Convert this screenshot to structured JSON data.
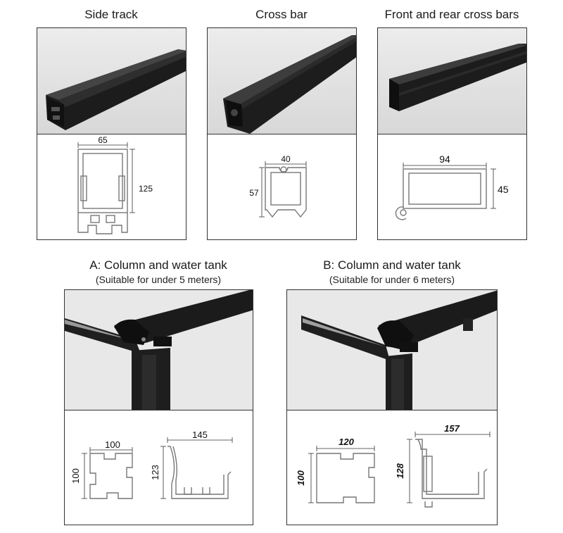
{
  "top": {
    "side_track": {
      "title": "Side track",
      "width": "65",
      "height": "125"
    },
    "cross_bar": {
      "title": "Cross bar",
      "width": "40",
      "height": "57"
    },
    "front_rear": {
      "title": "Front and rear cross bars",
      "width": "94",
      "height": "45"
    }
  },
  "bottom": {
    "a": {
      "title": "A: Column and water tank",
      "subtitle": "(Suitable for under 5 meters)",
      "column_width": "100",
      "column_height": "100",
      "tank_width": "145",
      "tank_height": "123"
    },
    "b": {
      "title": "B: Column and water tank",
      "subtitle": "(Suitable for under 6 meters)",
      "column_width": "120",
      "column_height": "100",
      "tank_width": "157",
      "tank_height": "128"
    }
  }
}
